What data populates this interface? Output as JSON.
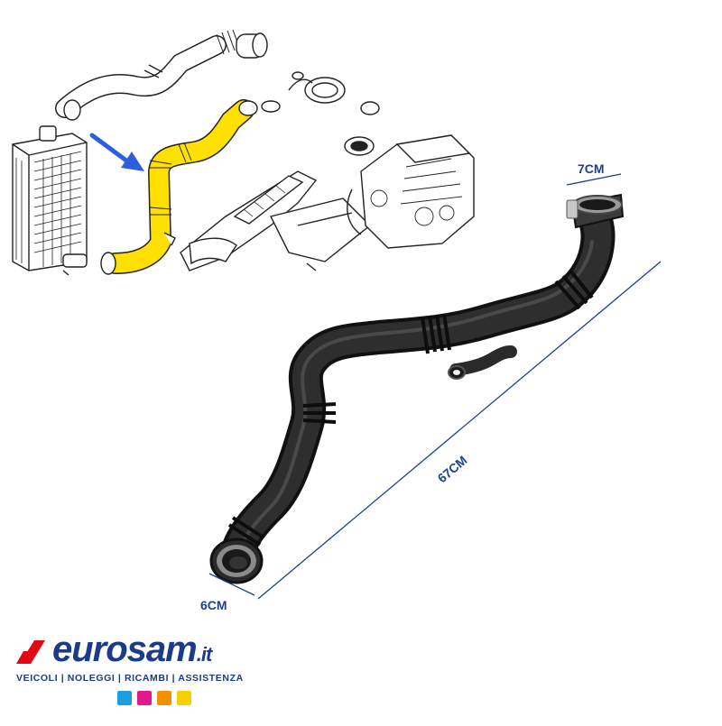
{
  "dimensions": {
    "top_width": "7CM",
    "length": "67CM",
    "bottom_width": "6CM"
  },
  "brand": {
    "name": "eurosam",
    "tld": ".it",
    "tagline": "VEICOLI  |  NOLEGGI  |  RICAMBI  |  ASSISTENZA"
  },
  "colors": {
    "dimension": "#1f3f8f",
    "highlight": "#ffe000",
    "arrow": "#2b5fe0",
    "brand_red": "#e30613",
    "brand_navy": "#1a3a8a",
    "hose": "#1c1c1c",
    "icon_colors": [
      "#1aa0e0",
      "#e0198c",
      "#f39200",
      "#f7d000"
    ]
  },
  "icons": [
    "car-icon",
    "key-icon",
    "gear-icon",
    "wrench-icon"
  ]
}
